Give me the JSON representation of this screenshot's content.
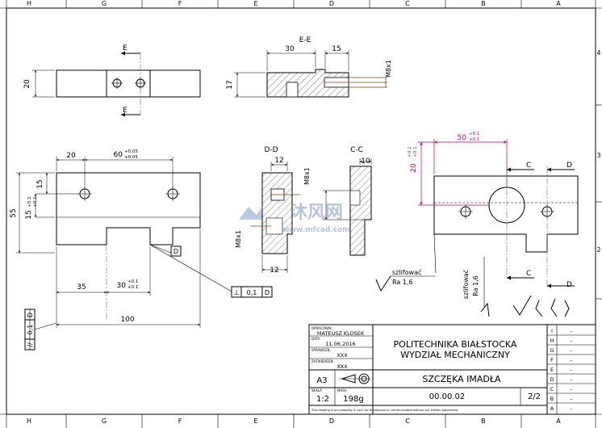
{
  "border": {
    "top_zones": [
      "H",
      "G",
      "F",
      "E",
      "D",
      "C",
      "B",
      "A"
    ],
    "bottom_zones": [
      "H",
      "G",
      "F",
      "E",
      "D",
      "C",
      "B",
      "A"
    ],
    "right_zones": [
      "4",
      "3",
      "2"
    ]
  },
  "views": {
    "section_ee": {
      "title": "E-E",
      "dims": [
        "30",
        "15",
        "17"
      ],
      "thread": "M8x1"
    },
    "top_view": {
      "dim_width": "20",
      "section_mark": "E"
    },
    "front_view": {
      "dims": {
        "d20": "20",
        "d60": "60",
        "d60_tol_upper": "+0.05",
        "d60_tol_lower": "+0.05",
        "d15a": "15",
        "d15b": "15",
        "d15_tol_upper": "+0.1",
        "d15_tol_lower": "+0.1",
        "d55": "55",
        "d35": "35",
        "d30": "30",
        "d30_tol_upper": "+0.1",
        "d30_tol_lower": "+0.1",
        "d100": "100"
      },
      "datum": "D",
      "fcf_perp": {
        "symbol": "⊥",
        "value": "0,1",
        "datum": "D"
      },
      "fcf_par": {
        "symbol": "//",
        "value": "0,1",
        "datum": "D"
      }
    },
    "section_dd": {
      "title": "D-D",
      "dims": [
        "12",
        "12"
      ],
      "thread_a": "M8x1",
      "thread_b": "M8x1"
    },
    "section_cc": {
      "title": "C-C",
      "dims": [
        "10"
      ]
    },
    "right_view": {
      "dim_50": "50",
      "dim_50_tol": [
        "+0.1",
        "+0.1"
      ],
      "dim_20": "20",
      "dim_20_tol": [
        "+0.1",
        "+0.1"
      ],
      "section_c": "C",
      "section_d": "D"
    },
    "surface_notes": {
      "note_a": "szlifować",
      "ra_a": "Ra 1,6",
      "note_b": "szlifować",
      "ra_b": "Ra 1,6"
    }
  },
  "watermark": {
    "title": "沐风网",
    "url": "www.mfcad.com"
  },
  "title_block": {
    "designer_label": "OPRACOWAŁ",
    "designer": "MATEUSZ KLOSEK",
    "date_label": "DATA",
    "date": "11.06.2016",
    "checked_label": "SPRAWDZIŁ",
    "checked": "XXX",
    "approved_label": "ZATWIERDZIŁ",
    "approved": "XXX",
    "institution_line1": "POLITECHNIKA BIAŁSTOCKA",
    "institution_line2": "WYDZIAŁ MECHANICZNY",
    "part_name": "SZCZĘKA IMADŁA",
    "format": "A3",
    "scale": "1:2",
    "weight": "198g",
    "scale_label": "SKALA",
    "weight_label": "MASA",
    "drawing_no": "00.00.02",
    "sheet": "2/2",
    "footer": "This drawing is our property. It can't be reproduced or communicated without our written agreement.",
    "rev_letters": [
      "I",
      "H",
      "G",
      "F",
      "E",
      "D",
      "C",
      "B",
      "A"
    ],
    "rev_dash": "–"
  }
}
